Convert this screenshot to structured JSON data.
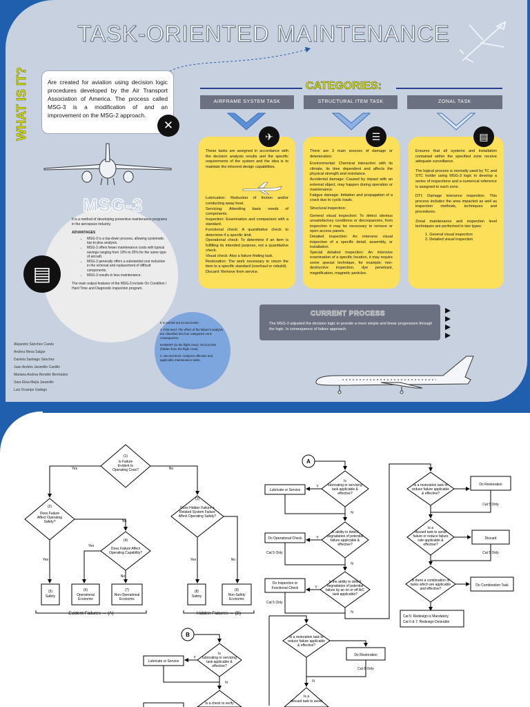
{
  "poster": {
    "title": "TASK-ORIENTED MAINTENANCE",
    "what_label": "WHAT IS IT?",
    "what_text": "Are created for aviation using decision logic procedures developed by the Air Transport Association of America. The process called MSG-3 is a modification of and an improvement on the MSG-2 approach.",
    "categories_title": "CATEGORIES:",
    "categories": [
      {
        "label": "AIRFRAME SYSTEM TASK",
        "icon": "plane-icon",
        "paragraphs": [
          "These tasks are assigned in accordance with the decision analysis results and the specific requirements of the system and the idea is to maintain the inherent design capabilities.",
          "Lubrication: Reduction of friction and/or conducting away heat.",
          "Servicing: Attending basic needs of components.",
          "Inspection: Examination and comparison with a standard.",
          "Functional check: A quantitative check to determine if a specific limit.",
          "Operational check: To determine if an item is fulfilling its intended purpose, not a quantitative check.",
          "Visual check: Also a failure finding task.",
          "Restoration: The work necessary to return the item to a specific standard (overhaul or rebuild).",
          "Discard: Remove from service."
        ]
      },
      {
        "label": "STRUCTURAL ITEM TASK",
        "icon": "checklist-icon",
        "paragraphs": [
          "There are 3 main sources of damage or deterioration:",
          "Environmental: Chemical interaction with its climate, its time dependent and affects the physical strength and resistance.",
          "Accidental damage: Caused by impact with an external object, may happen during operation or maintenance.",
          "Fatigue damage: Initiation and propagation of a crack due to cyclic loads.",
          "Structural inspection:",
          "General visual inspection: To detect obvious unsatisfactory conditions or discrepancies, from inspection it may be necessary to remove or open access panels.",
          "Detailed inspection: An intensive visual inspection of a specific detail, assembly, or installation.",
          "Special detailed inspection: An intensive examination of a specific location, it may require some special technique, for example: non-destructive inspection, dye penetrant, magnification, magnetic particles."
        ]
      },
      {
        "label": "ZONAL TASK",
        "icon": "clipboard-icon",
        "paragraphs": [
          "Ensures that all systems and installation contained within the specified zone receive adequate surveillance.",
          "The logical process is normally used by TC and STC holder using MSG-3 logic to develop a series of inspections and a numerical reference is assigned to each zone.",
          "DTI: Damage tolerance inspection. This process includes the area impacted as well as inspection methods, techniques and procedures.",
          "Zonal maintenance and inspection level techniques are performed in two types:",
          "1. General visual inspection",
          "2. Detailed visual inspection"
        ]
      }
    ],
    "msg3_title": "MSG-3",
    "msg3_intro": "It is a method of developing preventive maintenance programs in the aerospace industry.",
    "advantages_title": "ADVANTAGES",
    "advantages": [
      "MSG-3 is a top-down process, allowing systematic top-to-plus analysis.",
      "MSG-3 offers fewer maintenance costs with typical savings ranging from 10% to 25% for the same type of aircraft.",
      "MSG-3 generally offers a substantial cost reduction in the removal and replacement of difficult components.",
      "MSG-3 results in less maintenance."
    ],
    "msg3_outro": "The main output features of the MSG-3 include On Condition / Hard Time and Diagnostic inspection program.",
    "authors": [
      "Alejandro Sánchez Cando",
      "Andrea Mesa Salgar",
      "Daniela Santiago Sánchez",
      "Juan Andrés Jaramillo Castillo",
      "Mariana Andrea Rendón Bermúdez",
      "Sara Elisa Mejía Jaramillo",
      "Luis Ocampo Gallego"
    ],
    "levels_intro": "It is carried out on two levels:",
    "levels": [
      "1. First level: The effect of the failure's analysis are classified into four categories via 8 consequence.",
      "EVIDENT (to the flight crew); OCCULTED (hidden from the flight crew).",
      "2. Second level: Analyzes effective and applicable maintenance tasks."
    ],
    "current_process_title": "CURRENT PROCESS",
    "current_process_text": "The MSG-3 adjusted the decision logic to provide a more simple and linear progression through the logic. Is consequence of failure approach."
  },
  "flowchart": {
    "left": {
      "q1": [
        "(1)",
        "Is Failure",
        "Evident to",
        "Operating Crew?"
      ],
      "q2": [
        "(2)",
        "Does Failure",
        "Affect Operating",
        "Safety?"
      ],
      "q3": [
        "(3)",
        "Does Hidden Failure +",
        "Related System Failure",
        "Affect Operating Safety?"
      ],
      "q4": [
        "(4)",
        "Does Failure Affect",
        "Operating Capability?"
      ],
      "yes": "Yes",
      "no": "No",
      "r5": [
        "(5)",
        "Safety"
      ],
      "r6": [
        "(6)",
        "Operational",
        "Economic"
      ],
      "r7": [
        "(7)",
        "Non-Operational",
        "Economic"
      ],
      "r8": [
        "(8)",
        "Safety"
      ],
      "r9": [
        "(9)",
        "Non-Safety",
        "Economic"
      ],
      "evident_label": "Evident Failures → (A)",
      "hidden_label": "Hidden Failures → (B)"
    },
    "a": {
      "marker": "A",
      "q_lub": [
        "Is",
        "lubricating or servicing",
        "task applicable &",
        "effective?"
      ],
      "q_det": [
        "Is ability to detect",
        "degradation of potential",
        "failure applicable &",
        "effective?"
      ],
      "q_det2": [
        "Is the ability to detect",
        "degradation of potential",
        "failure by an on or off A/C",
        "task applicable?"
      ],
      "b_lub": "Lubricate or Service",
      "b_op": "Do Operational Check",
      "b_insp": [
        "Do Inspection or",
        "Functional Check"
      ],
      "cat5a": "Cat 5 Only",
      "cat5b": "Cat 5 Only",
      "q_rest": [
        "Is a restoration task to",
        "reduce failure applicable",
        "& effective?"
      ],
      "q_disc": [
        "Is a",
        "discard task to avoid",
        "failure or reduce failure",
        "rate applicable &",
        "effective?"
      ],
      "q_comb": [
        "Is there a combination of",
        "tasks which are applicable",
        "and effective?"
      ],
      "b_rest": "Do Restoration",
      "b_disc": "Discard",
      "b_comb": "Do Combination Task",
      "cat5c": "Cat 5 Only",
      "cat5d": "Cat 5 Only",
      "redesign": [
        "Cat 5: Redesign is Mandatory",
        "Cat 6 & 7: Redesign Desirable"
      ]
    },
    "b": {
      "marker": "B",
      "q_lub": [
        "Is",
        "lubricating or servicing",
        "task applicable &",
        "effective?"
      ],
      "b_lub": "Lubricate or Service",
      "q_check": [
        "Is a check to verify"
      ],
      "q_rest": [
        "Is a restoration task to",
        "reduce failure applicable",
        "& effective?"
      ],
      "b_rest": "Do Restoration",
      "cat8": "Cat 8 Only",
      "q_disc": [
        "Is a",
        "discard task to avoid"
      ],
      "y": "Y",
      "n": "N"
    }
  }
}
